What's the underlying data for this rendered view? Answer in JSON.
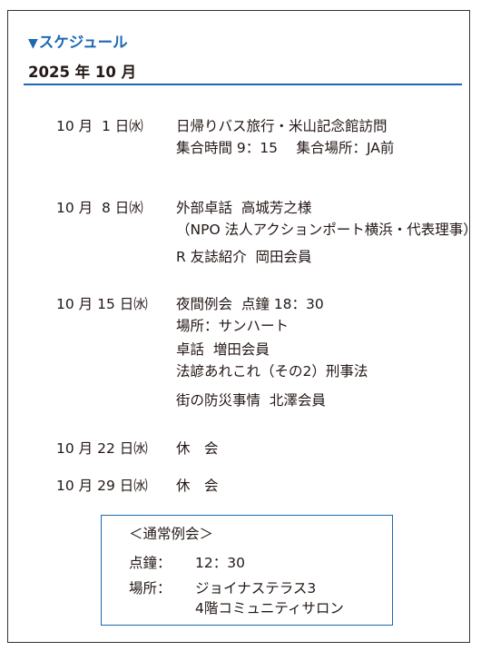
{
  "header": {
    "section_marker": "▼",
    "section_title": "スケジュール",
    "month_heading": "2025 年 10 月"
  },
  "events": [
    {
      "date": "10 月  1 日㈬",
      "lines": [
        "日帰りバス旅行・米山記念館訪問",
        "集合時間 9：15　 集合場所：JA前"
      ]
    },
    {
      "date": "10 月  8 日㈬",
      "lines": [
        "外部卓話  高城芳之様",
        "（NPO 法人アクションポート横浜・代表理事）",
        "R 友誌紹介  岡田会員"
      ]
    },
    {
      "date": "10 月 15 日㈬",
      "lines": [
        "夜間例会  点鐘 18：30",
        "場所：サンハート",
        "卓話  増田会員",
        "法諺あれこれ（その2）刑事法",
        "街の防災事情  北澤会員"
      ]
    },
    {
      "date": "10 月 22 日㈬",
      "lines": [
        "休　会"
      ]
    },
    {
      "date": "10 月 29 日㈬",
      "lines": [
        "休　会"
      ]
    }
  ],
  "regular_meeting": {
    "title": "＜通常例会＞",
    "bell_label": "点鐘：",
    "bell_time": "12：30",
    "venue_label": "場所：",
    "venue_line1": "ジョイナステラス3",
    "venue_line2": "4階コミュニティサロン"
  }
}
